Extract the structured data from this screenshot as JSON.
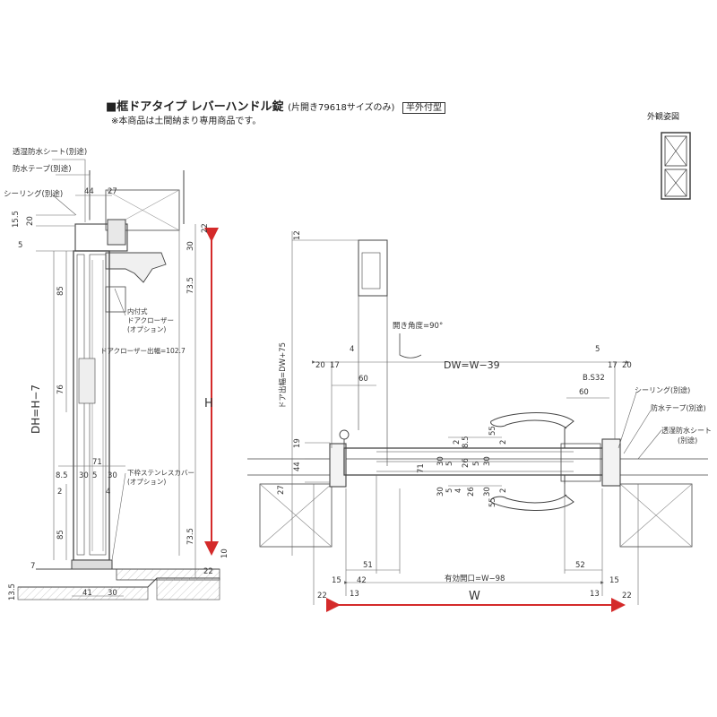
{
  "header": {
    "title": "■框ドアタイプ レバーハンドル錠",
    "subtitle": "(片開き79618サイズのみ)",
    "badge": "半外付型",
    "note": "※本商品は土間納まり専用商品です。",
    "elevation_label": "外観姿図"
  },
  "vertical_section": {
    "callouts": [
      "透湿防水シート(別途)",
      "防水テープ(別途)",
      "シーリング(別途)"
    ],
    "closer_label": [
      "内付式",
      "ドアクローザー",
      "(オプション)"
    ],
    "closer_projection": "ドアクローザー出幅=102.7",
    "cover_label": [
      "下枠ステンレスカバー",
      "(オプション)"
    ],
    "dims_top": [
      "44",
      "27"
    ],
    "dims_left_top": [
      "15.5",
      "20",
      "5"
    ],
    "dims_left": [
      "85",
      "76",
      "85"
    ],
    "dh": "DH=H−7",
    "dims_mid_row": [
      "8.5",
      "30",
      "5",
      "30"
    ],
    "dim_71": "71",
    "dims_mid_row2": [
      "2",
      "4"
    ],
    "dims_right": [
      "22",
      "30",
      "73.5",
      "73.5",
      "10",
      "22"
    ],
    "h": "H",
    "dims_bottom_left": [
      "7",
      "13.5"
    ],
    "dims_bottom": [
      "41",
      "30"
    ]
  },
  "horizontal_section": {
    "dim_12": "12",
    "door_projection": "ドア出幅=DW+75",
    "open_angle": "開き角度=90°",
    "dim_4": "4",
    "dim_5": "5",
    "dw": "DW=W−39",
    "dims_left_top": [
      "20",
      "17"
    ],
    "dims_right_top": [
      "17",
      "20"
    ],
    "dim_60_left": "60",
    "dim_60_right": "60",
    "bs": "B.S32",
    "callouts": [
      "シーリング(別途)",
      "防水テープ(別途)",
      "透湿防水シート",
      "(別途)"
    ],
    "dims_left_vert": [
      "19",
      "44",
      "27"
    ],
    "dims_center_vert": [
      "71",
      "30",
      "5",
      "26",
      "5",
      "30",
      "30",
      "5",
      "4",
      "26",
      "30"
    ],
    "dims_center_small": [
      "2",
      "8.5",
      "55",
      "2",
      "2",
      "55"
    ],
    "dims_bottom": [
      "15",
      "42",
      "51",
      "52",
      "15"
    ],
    "effective_opening": "有効開口=W−98",
    "dims_outer": [
      "22",
      "13",
      "13",
      "22"
    ],
    "w": "W"
  },
  "colors": {
    "line": "#444444",
    "dim_line": "#666666",
    "arrow_red": "#d42a2a",
    "hatch": "#888888"
  }
}
